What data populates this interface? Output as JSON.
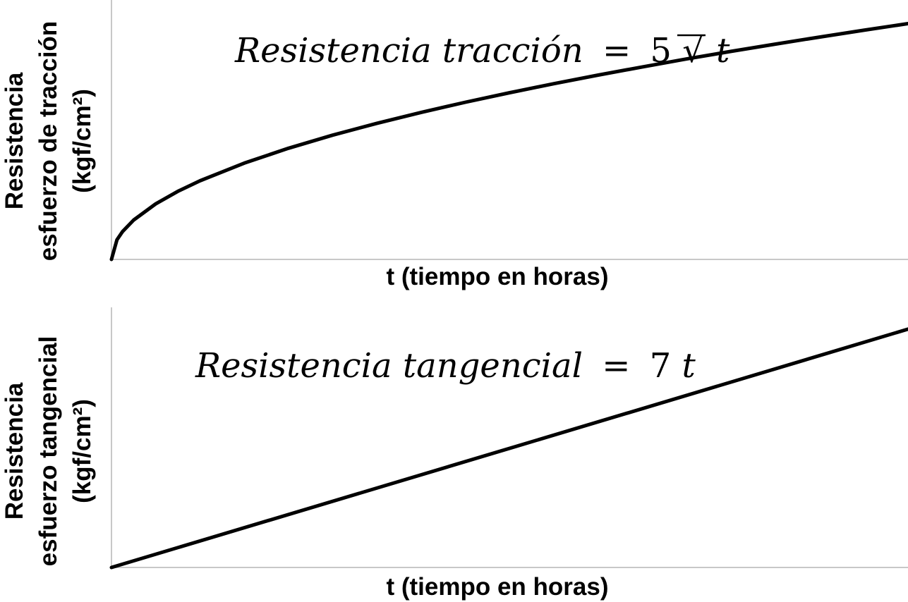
{
  "chart_data": [
    {
      "type": "line",
      "title": "",
      "xlabel": "t (tiempo en horas)",
      "ylabel_lines": [
        "Resistencia",
        "esfuerzo de tracción",
        "(kgf/cm²)"
      ],
      "equation": {
        "left": "Resistencia tracción",
        "eq": "=",
        "coef": "5",
        "radical": "√",
        "var": "t"
      },
      "function": "5*sqrt(t)",
      "xlim": [
        0,
        36
      ],
      "ylim": [
        0,
        33
      ],
      "series": [
        {
          "x": [
            0,
            0.25,
            0.5,
            1,
            2,
            3,
            4,
            6,
            8,
            10,
            12,
            14,
            16,
            18,
            20,
            22,
            24,
            26,
            28,
            30,
            32,
            34,
            36
          ],
          "values": [
            0,
            2.5,
            3.54,
            5,
            7.07,
            8.66,
            10,
            12.25,
            14.14,
            15.81,
            17.32,
            18.71,
            20,
            21.21,
            22.36,
            23.45,
            24.49,
            25.5,
            26.46,
            27.39,
            28.28,
            29.15,
            30
          ]
        }
      ],
      "grid": false,
      "legend": "none",
      "line_color": "#000000"
    },
    {
      "type": "line",
      "title": "",
      "xlabel": "t (tiempo en horas)",
      "ylabel_lines": [
        "Resistencia",
        "esfuerzo tangencial",
        "(kgf/cm²)"
      ],
      "equation": {
        "left": "Resistencia tangencial",
        "eq": "=",
        "coef": "7",
        "var": "t"
      },
      "function": "7*t",
      "xlim": [
        0,
        36
      ],
      "ylim": [
        0,
        275
      ],
      "series": [
        {
          "x": [
            0,
            36
          ],
          "values": [
            0,
            252
          ]
        }
      ],
      "grid": false,
      "legend": "none",
      "line_color": "#000000"
    }
  ]
}
